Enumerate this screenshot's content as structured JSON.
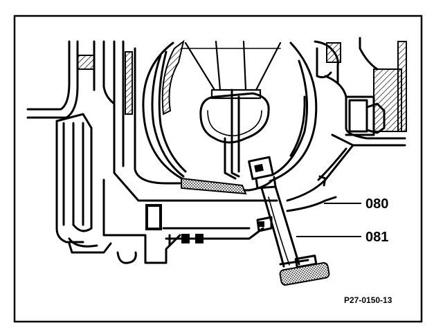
{
  "diagram": {
    "callouts": [
      {
        "id": "080",
        "label": "080"
      },
      {
        "id": "081",
        "label": "081"
      }
    ],
    "reference_code": "P27-0150-13"
  }
}
